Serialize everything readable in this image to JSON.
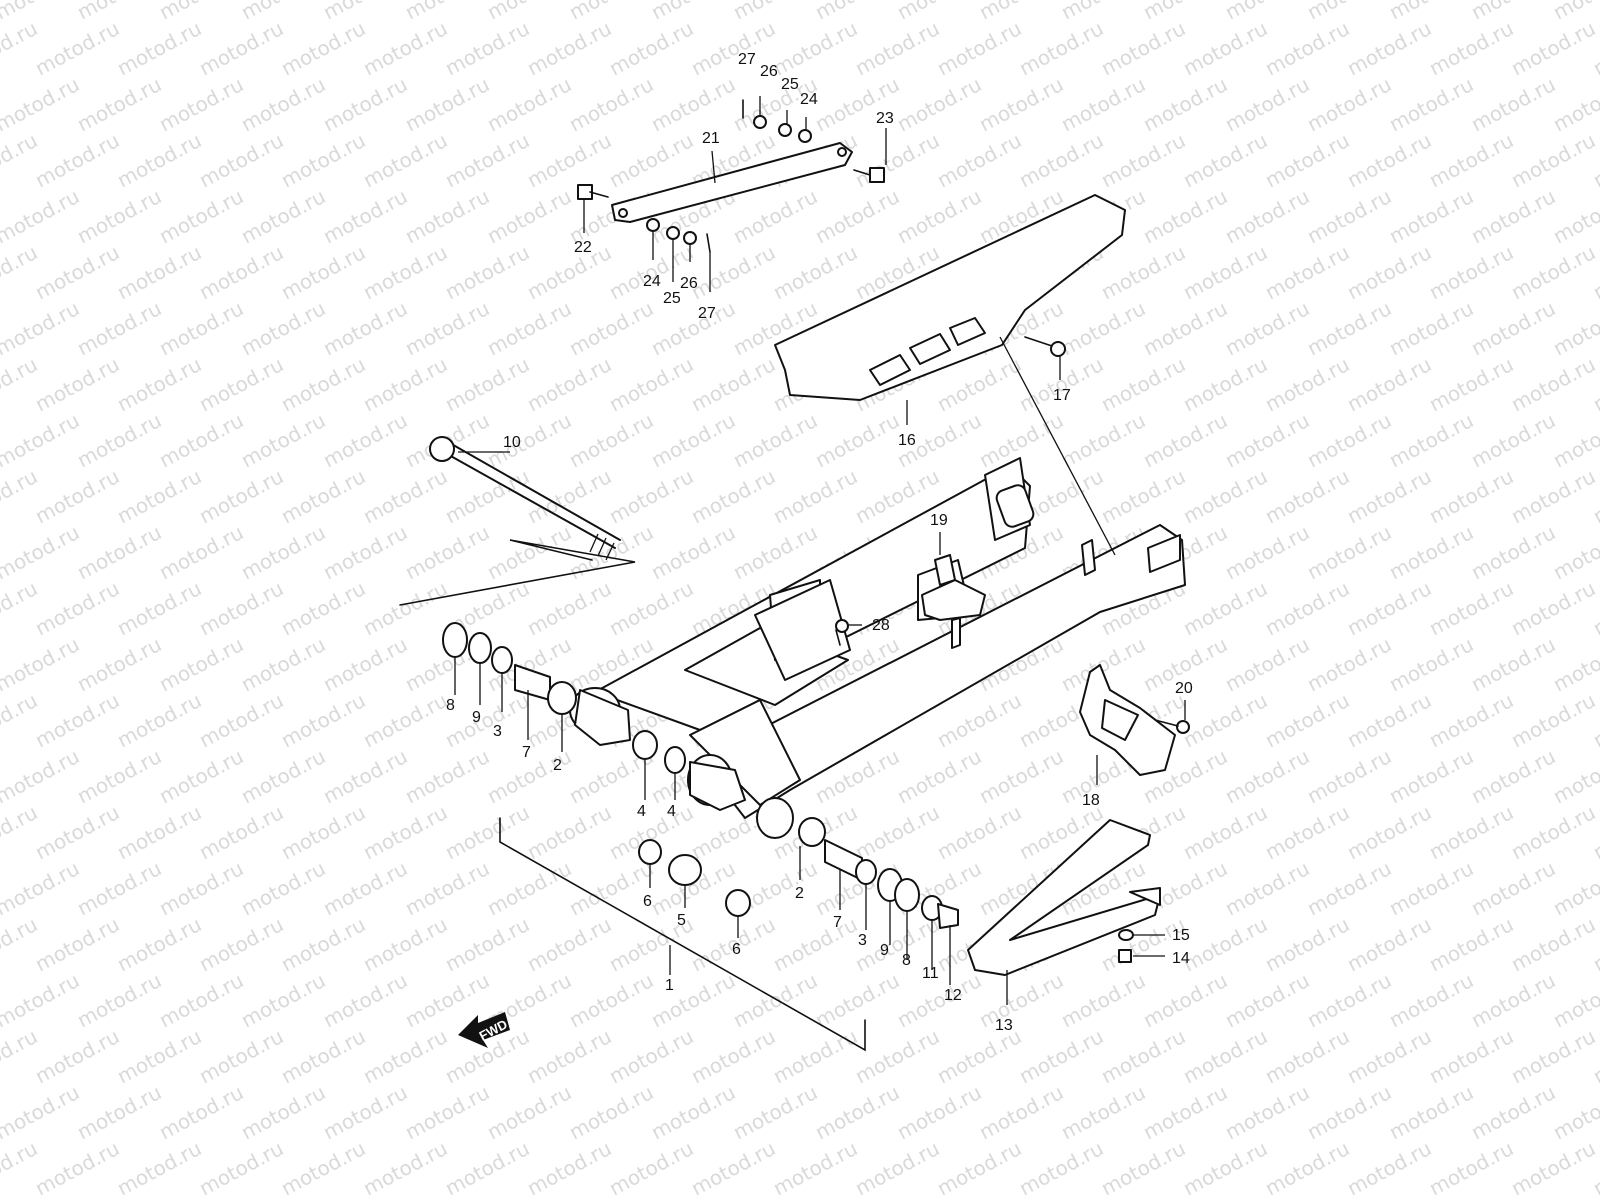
{
  "watermark": "motod.ru",
  "fwd_label": "FWD",
  "callouts": [
    {
      "id": "c1",
      "text": "1"
    },
    {
      "id": "c2a",
      "text": "2"
    },
    {
      "id": "c2b",
      "text": "2"
    },
    {
      "id": "c3a",
      "text": "3"
    },
    {
      "id": "c3b",
      "text": "3"
    },
    {
      "id": "c4a",
      "text": "4"
    },
    {
      "id": "c4b",
      "text": "4"
    },
    {
      "id": "c5",
      "text": "5"
    },
    {
      "id": "c6a",
      "text": "6"
    },
    {
      "id": "c6b",
      "text": "6"
    },
    {
      "id": "c7a",
      "text": "7"
    },
    {
      "id": "c7b",
      "text": "7"
    },
    {
      "id": "c8a",
      "text": "8"
    },
    {
      "id": "c8b",
      "text": "8"
    },
    {
      "id": "c9a",
      "text": "9"
    },
    {
      "id": "c9b",
      "text": "9"
    },
    {
      "id": "c10",
      "text": "10"
    },
    {
      "id": "c11",
      "text": "11"
    },
    {
      "id": "c12",
      "text": "12"
    },
    {
      "id": "c13",
      "text": "13"
    },
    {
      "id": "c14",
      "text": "14"
    },
    {
      "id": "c15",
      "text": "15"
    },
    {
      "id": "c16",
      "text": "16"
    },
    {
      "id": "c17",
      "text": "17"
    },
    {
      "id": "c18",
      "text": "18"
    },
    {
      "id": "c19",
      "text": "19"
    },
    {
      "id": "c20",
      "text": "20"
    },
    {
      "id": "c21",
      "text": "21"
    },
    {
      "id": "c22",
      "text": "22"
    },
    {
      "id": "c23",
      "text": "23"
    },
    {
      "id": "c24a",
      "text": "24"
    },
    {
      "id": "c24b",
      "text": "24"
    },
    {
      "id": "c25a",
      "text": "25"
    },
    {
      "id": "c25b",
      "text": "25"
    },
    {
      "id": "c26a",
      "text": "26"
    },
    {
      "id": "c26b",
      "text": "26"
    },
    {
      "id": "c27a",
      "text": "27"
    },
    {
      "id": "c27b",
      "text": "27"
    },
    {
      "id": "c28",
      "text": "28"
    }
  ]
}
